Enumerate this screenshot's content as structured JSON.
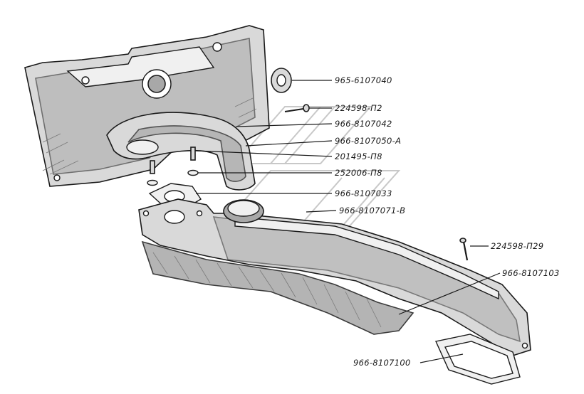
{
  "labels": {
    "l1": "965-6107040",
    "l2": "224598-П2",
    "l3": "966-8107042",
    "l4": "966-8107050-А",
    "l5": "201495-П8",
    "l6": "252006-П8",
    "l7": "966-8107033",
    "l8": "966-8107071-В",
    "l9": "224598-П29",
    "l10": "966-8107103",
    "l11": "966-8107100"
  }
}
